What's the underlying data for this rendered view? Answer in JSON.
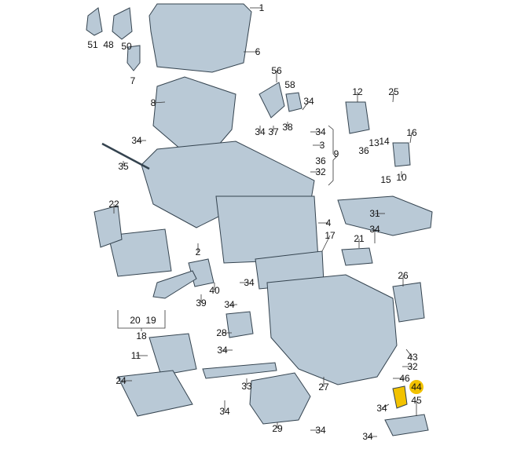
{
  "diagram": {
    "title": "Heater / air-conditioning unit exploded parts view",
    "highlight_color": "#f2c200",
    "part_fill": "#b9c9d6",
    "part_stroke": "#34434f",
    "highlighted_label": "44",
    "labels": [
      "1",
      "6",
      "51",
      "48",
      "50",
      "7",
      "56",
      "58",
      "34",
      "12",
      "25",
      "8",
      "34",
      "37",
      "38",
      "34",
      "3",
      "9",
      "36",
      "32",
      "34",
      "35",
      "13",
      "14",
      "16",
      "36",
      "15",
      "10",
      "22",
      "31",
      "4",
      "17",
      "21",
      "34",
      "2",
      "26",
      "40",
      "39",
      "34",
      "34",
      "20",
      "19",
      "18",
      "28",
      "34",
      "43",
      "11",
      "32",
      "24",
      "33",
      "27",
      "46",
      "44",
      "45",
      "34",
      "34",
      "29",
      "34",
      "34"
    ]
  }
}
